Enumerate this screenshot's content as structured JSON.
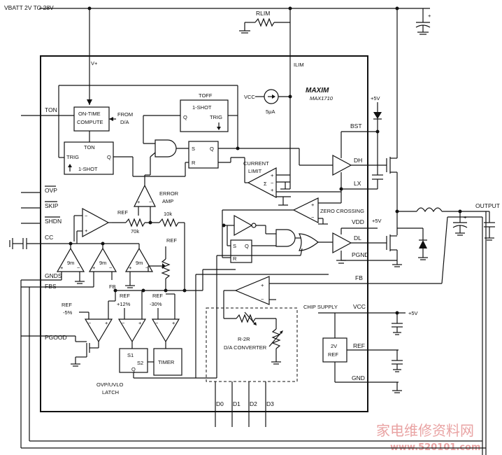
{
  "labels": {
    "vbatt": "VBATT 2V TO 28V",
    "rlim": "RLIM",
    "vplus": "V+",
    "ilim": "ILIM",
    "toff": "TOFF",
    "toff_oneshot": "1-SHOT",
    "q": "Q",
    "trig": "TRIG",
    "vcc_src": "VCC",
    "isrc": "5μA",
    "brand": "MAXIM",
    "part": "MAX1710",
    "ton_pin": "TON",
    "ontime1": "ON-TIME",
    "ontime2": "COMPUTE",
    "from1": "FROM",
    "from2": "D/A",
    "ton_block": "TON",
    "s": "S",
    "r": "R",
    "current_limit1": "CURRENT",
    "current_limit2": "LIMIT",
    "sigma": "Σ",
    "bst": "BST",
    "dh": "DH",
    "lx": "LX",
    "plus5_top": "+5V",
    "plus5_mid": "+5V",
    "plus5_chip": "+5V",
    "vdd": "VDD",
    "dl": "DL",
    "pgnd": "PGND",
    "fb_pin": "FB",
    "output": "OUTPUT",
    "zero_crossing": "ZERO CROSSING",
    "error_amp1": "ERROR",
    "error_amp2": "AMP",
    "ref": "REF",
    "r70k": "70k",
    "r10k": "10k",
    "ovp": "OVP",
    "skip": "SKIP",
    "shdn": "SHDN",
    "cc": "CC",
    "gm": "9m",
    "gnds": "GNDS",
    "fbs": "FBS",
    "fb_int": "FB",
    "ref_m5": "REF",
    "m5": "-5%",
    "ref_p12": "REF",
    "p12": "+12%",
    "ref_m30": "REF",
    "m30": "-30%",
    "pgood": "PGOOD",
    "s1": "S1",
    "s2": "S2",
    "timer": "TIMER",
    "latch1": "OVP/UVLO",
    "latch2": "LATCH",
    "r2r1": "R-2R",
    "r2r2": "D/A CONVERTER",
    "chip_supply": "CHIP SUPPLY",
    "vcc_chip": "VCC",
    "ref2v1": "2V",
    "ref2v2": "REF",
    "ref_pin": "REF",
    "gnd": "GND",
    "d0": "D0",
    "d1": "D1",
    "d2": "D2",
    "d3": "D3",
    "watermark_cn": "家电维修资料网",
    "watermark_url": "www.520101.com"
  }
}
